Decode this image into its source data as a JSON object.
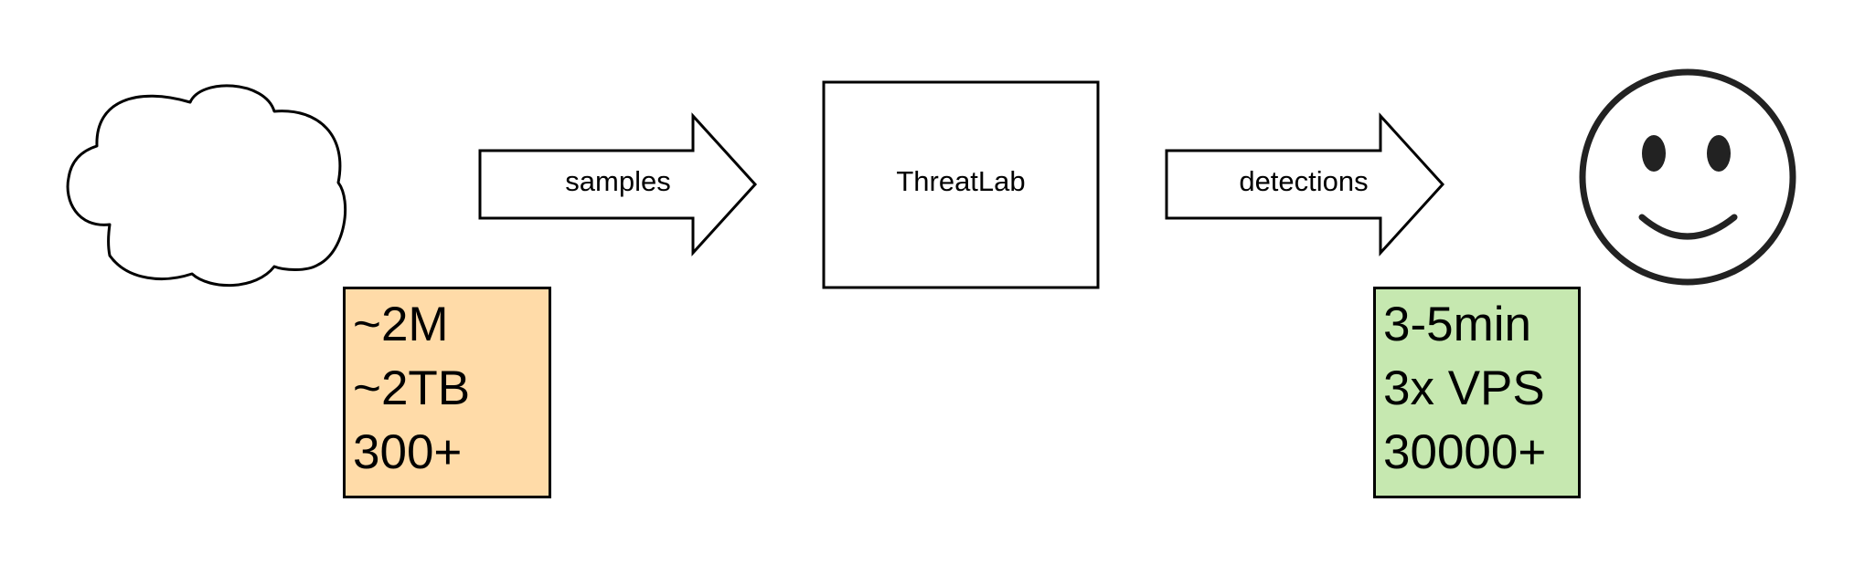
{
  "colors": {
    "source_box_fill": "#ffdba8",
    "result_box_fill": "#c6e8b0",
    "stroke": "#000000",
    "face_stroke": "#222222"
  },
  "icons": {
    "source": "cloud-icon",
    "destination": "smiley-face-icon"
  },
  "arrows": {
    "samples_label": "samples",
    "detections_label": "detections"
  },
  "process": {
    "label": "ThreatLab"
  },
  "source_stats": [
    "~2M",
    "~2TB",
    "300+"
  ],
  "result_stats": [
    "3-5min",
    "3x VPS",
    "30000+"
  ]
}
